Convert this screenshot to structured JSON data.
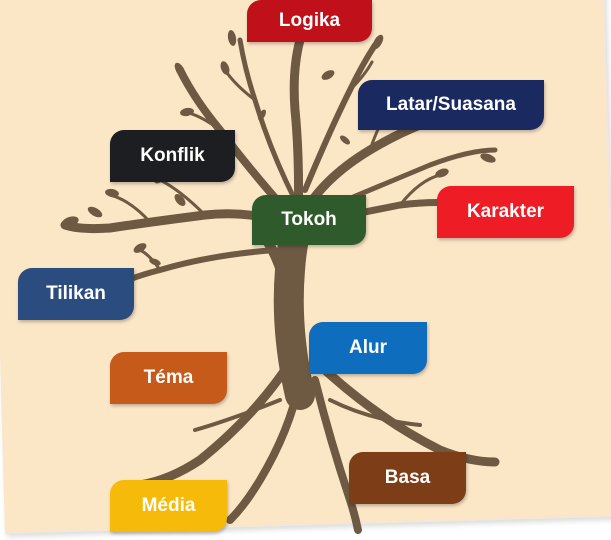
{
  "diagram": {
    "labels": [
      {
        "id": "logika",
        "text": "Logika",
        "color": "#c0101a"
      },
      {
        "id": "latar",
        "text": "Latar/Suasana",
        "color": "#1a2a60"
      },
      {
        "id": "konflik",
        "text": "Konflik",
        "color": "#1c1e22"
      },
      {
        "id": "karakter",
        "text": "Karakter",
        "color": "#ee1c24"
      },
      {
        "id": "tokoh",
        "text": "Tokoh",
        "color": "#2f5a2b"
      },
      {
        "id": "tilikan",
        "text": "Tilikan",
        "color": "#2a4c7e"
      },
      {
        "id": "alur",
        "text": "Alur",
        "color": "#0e6ebd"
      },
      {
        "id": "tema",
        "text": "Téma",
        "color": "#c55a1a"
      },
      {
        "id": "basa",
        "text": "Basa",
        "color": "#7d3d17"
      },
      {
        "id": "media",
        "text": "Média",
        "color": "#f6bb0a"
      }
    ]
  }
}
